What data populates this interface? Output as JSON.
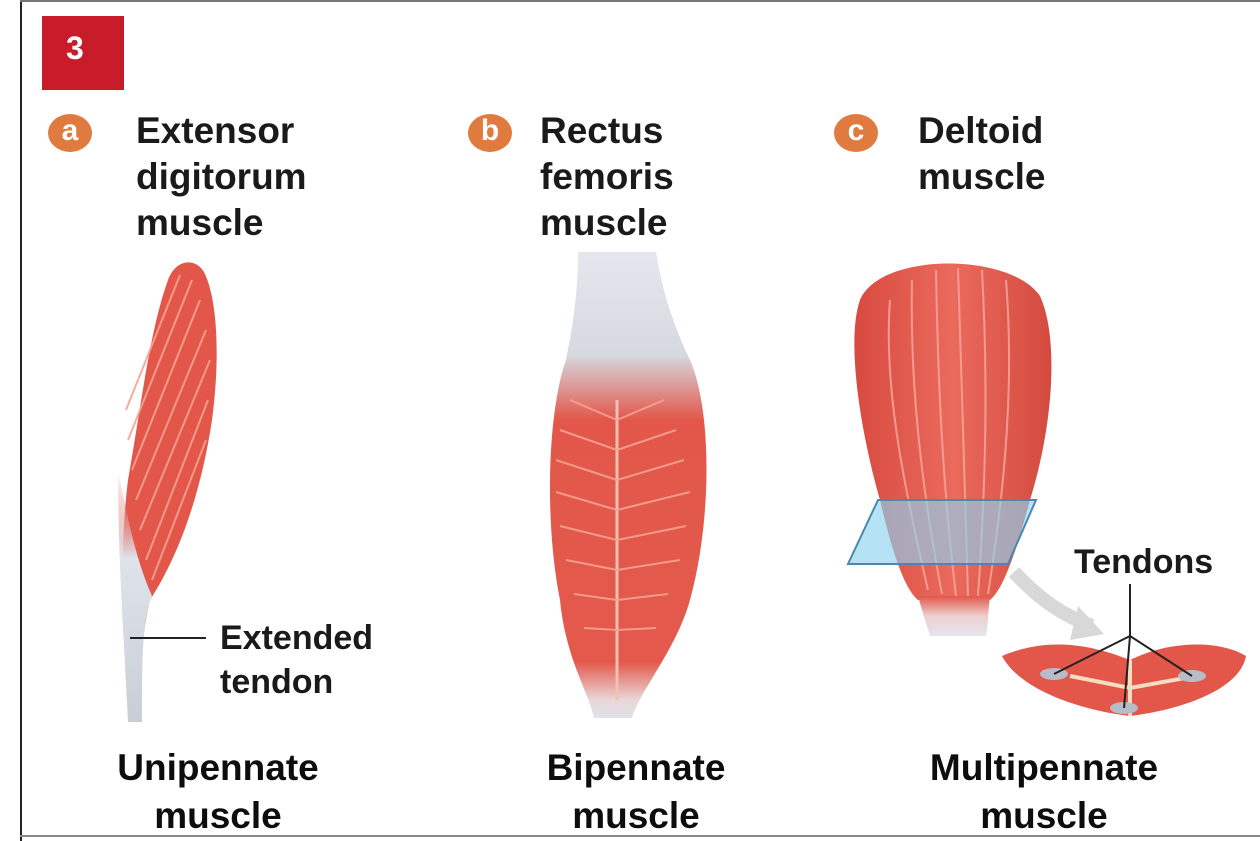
{
  "badge": {
    "number": "3",
    "color": "#c81c2b"
  },
  "accent_color": "#e07b3f",
  "muscle_color": "#e2574a",
  "panels": [
    {
      "letter": "a",
      "heading": [
        "Extensor",
        "digitorum",
        "muscle"
      ],
      "callout": [
        "Extended",
        "tendon"
      ],
      "caption": [
        "Unipennate",
        "muscle"
      ]
    },
    {
      "letter": "b",
      "heading": [
        "Rectus",
        "femoris",
        "muscle"
      ],
      "caption": [
        "Bipennate",
        "muscle"
      ]
    },
    {
      "letter": "c",
      "heading": [
        "Deltoid",
        "muscle"
      ],
      "callout": [
        "Tendons"
      ],
      "caption": [
        "Multipennate",
        "muscle"
      ]
    }
  ]
}
